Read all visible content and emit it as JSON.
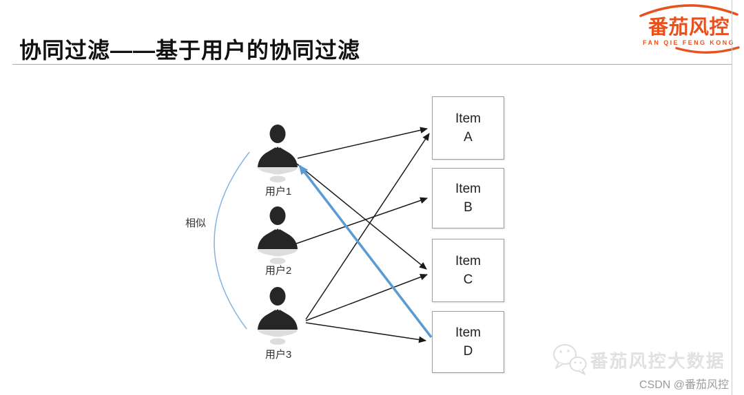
{
  "header": {
    "title": "协同过滤——基于用户的协同过滤"
  },
  "logo": {
    "title": "番茄风控",
    "subtitle": "FAN QIE FENG KONG",
    "color": "#e8511d"
  },
  "diagram": {
    "type": "bipartite-graph",
    "similarity_label": "相似",
    "users": [
      {
        "id": "user1",
        "label": "用户1"
      },
      {
        "id": "user2",
        "label": "用户2"
      },
      {
        "id": "user3",
        "label": "用户3"
      }
    ],
    "items": [
      {
        "id": "itemA",
        "line1": "Item",
        "line2": "A"
      },
      {
        "id": "itemB",
        "line1": "Item",
        "line2": "B"
      },
      {
        "id": "itemC",
        "line1": "Item",
        "line2": "C"
      },
      {
        "id": "itemD",
        "line1": "Item",
        "line2": "D"
      }
    ],
    "edges": [
      {
        "from": "user1",
        "to": "itemA",
        "style": "normal"
      },
      {
        "from": "user1",
        "to": "itemC",
        "style": "normal"
      },
      {
        "from": "user2",
        "to": "itemB",
        "style": "normal"
      },
      {
        "from": "user3",
        "to": "itemA",
        "style": "normal"
      },
      {
        "from": "user3",
        "to": "itemC",
        "style": "normal"
      },
      {
        "from": "user3",
        "to": "itemD",
        "style": "normal"
      },
      {
        "from": "itemD",
        "to": "user1",
        "style": "highlight"
      }
    ],
    "edge_color": "#1a1a1a",
    "highlight_color": "#5b9bd5",
    "similarity_arc_color": "#85b3e0"
  },
  "watermark": {
    "brand": "番茄风控大数据",
    "csdn": "CSDN @番茄风控"
  }
}
